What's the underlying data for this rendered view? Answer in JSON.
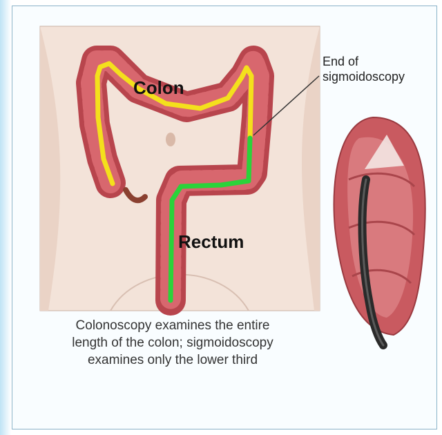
{
  "labels": {
    "colon": "Colon",
    "rectum": "Rectum",
    "end_of_sigmoidoscopy": [
      "End of",
      "sigmoidoscopy"
    ]
  },
  "caption": [
    "Colonoscopy examines the entire",
    "length of the colon; sigmoidoscopy",
    "examines only the lower third"
  ],
  "colors": {
    "colonoscopy_path": "#f4e01c",
    "sigmoidoscopy_path": "#2bd33a",
    "tissue": "#c9535a",
    "skin": "#f2ddd2",
    "frame_border": "#8ab3c9"
  },
  "icons": [
    "abdomen-illustration",
    "colon-illustration",
    "endoscope-illustration"
  ]
}
